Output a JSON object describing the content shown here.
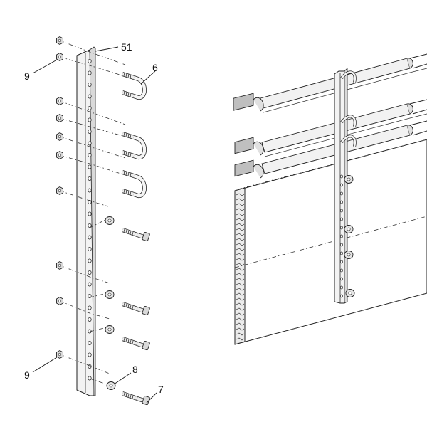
{
  "callouts": {
    "c51": "51",
    "c6": "6",
    "c9_top": "9",
    "c9_bottom": "9",
    "c8": "8",
    "c7": "7"
  },
  "colors": {
    "line": "#222222",
    "shade": "#d9d9d9",
    "tube": "#f2f2f2",
    "cap": "#bfbfbf"
  }
}
